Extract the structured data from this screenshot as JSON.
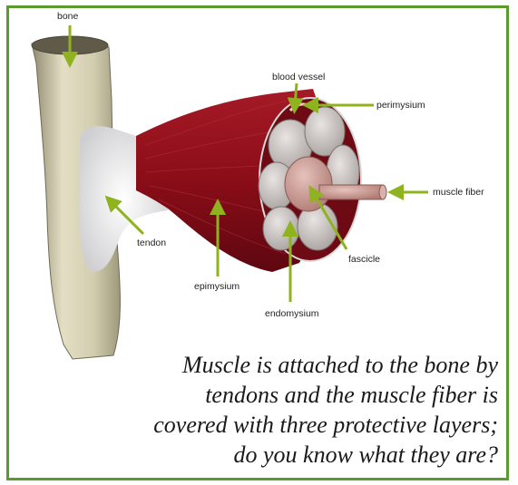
{
  "labels": {
    "bone": "bone",
    "blood_vessel": "blood vessel",
    "perimysium": "perimysium",
    "muscle_fiber": "muscle fiber",
    "tendon": "tendon",
    "fascicle": "fascicle",
    "epimysium": "epimysium",
    "endomysium": "endomysium"
  },
  "caption": {
    "line1": "Muscle is attached to the bone by",
    "line2": "tendons and the muscle fiber is",
    "line3": "covered with three protective layers;",
    "line4": "do you know what they are?"
  },
  "colors": {
    "frame": "#5a9a2e",
    "arrow": "#8fb21f",
    "bone": "#d9d4b8",
    "muscle": "#8e0f1a",
    "fascicle": "#c9c4c2",
    "fiber": "#c99a94"
  }
}
